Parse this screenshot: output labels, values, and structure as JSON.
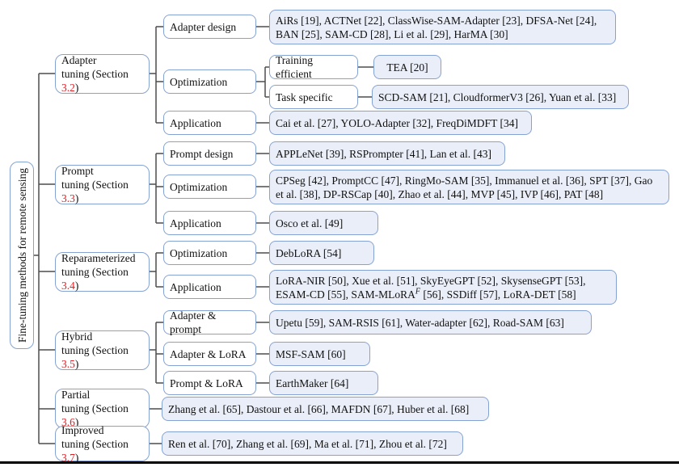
{
  "colors": {
    "box_border": "#85a3d2",
    "leaf_fill": "#eaeef8",
    "category_fill": "#ffffff",
    "line": "#4d4d4d",
    "section_red": "#e31e24"
  },
  "tree": {
    "root_label": "Fine-tuning methods for remote sensing",
    "branches": [
      {
        "label1": "Adapter",
        "label2": "tuning (Section",
        "section": "3.2",
        "close": ")",
        "children": [
          {
            "label": "Adapter design",
            "leaf": "AiRs [19], ACTNet [22], ClassWise-SAM-Adapter [23], DFSA-Net [24], BAN [25], SAM-CD [28], Li et al. [29], HarMA [30]"
          },
          {
            "label": "Optimization",
            "children": [
              {
                "label": "Training efficient",
                "leaf": "TEA [20]"
              },
              {
                "label": "Task specific",
                "leaf": "SCD-SAM [21], CloudformerV3 [26], Yuan et al. [33]"
              }
            ]
          },
          {
            "label": "Application",
            "leaf": "Cai et al. [27], YOLO-Adapter [32], FreqDiMDFT [34]"
          }
        ]
      },
      {
        "label1": "Prompt",
        "label2": "tuning (Section",
        "section": "3.3",
        "close": ")",
        "children": [
          {
            "label": "Prompt design",
            "leaf": "APPLeNet [39], RSPrompter [41], Lan et al. [43]"
          },
          {
            "label": "Optimization",
            "leaf": "CPSeg [42], PromptCC [47], RingMo-SAM [35], Immanuel et al. [36], SPT [37], Gao et al. [38], DP-RSCap [40], Zhao et al. [44], MVP [45], IVP [46], PAT [48]"
          },
          {
            "label": "Application",
            "leaf": "Osco et al. [49]"
          }
        ]
      },
      {
        "label1": "Reparameterized",
        "label2": "tuning (Section",
        "section": "3.4",
        "close": ")",
        "children": [
          {
            "label": "Optimization",
            "leaf": "DebLoRA [54]"
          },
          {
            "label": "Application",
            "leaf_pre": "LoRA-NIR [50], Xue et al. [51], SkyEyeGPT [52], SkysenseGPT [53], ESAM-CD [55], SAM-MLoRA",
            "leaf_sup": "F",
            "leaf_post": " [56], SSDiff [57], LoRA-DET [58]"
          }
        ]
      },
      {
        "label1": "Hybrid",
        "label2": "tuning (Section",
        "section": "3.5",
        "close": ")",
        "children": [
          {
            "label": "Adapter & prompt",
            "leaf": "Upetu [59], SAM-RSIS [61], Water-adapter [62], Road-SAM [63]"
          },
          {
            "label": "Adapter & LoRA",
            "leaf": "MSF-SAM [60]"
          },
          {
            "label": "Prompt & LoRA",
            "leaf": "EarthMaker [64]"
          }
        ]
      },
      {
        "label1": "Partial",
        "label2": "tuning (Section",
        "section": "3.6",
        "close": ")",
        "leaf": "Zhang et al. [65], Dastour et al. [66], MAFDN [67], Huber et al. [68]"
      },
      {
        "label1": "Improved",
        "label2": "tuning (Section",
        "section": "3.7",
        "close": ")",
        "leaf": "Ren et al. [70], Zhang et al. [69], Ma et al. [71], Zhou et al. [72]"
      }
    ]
  }
}
